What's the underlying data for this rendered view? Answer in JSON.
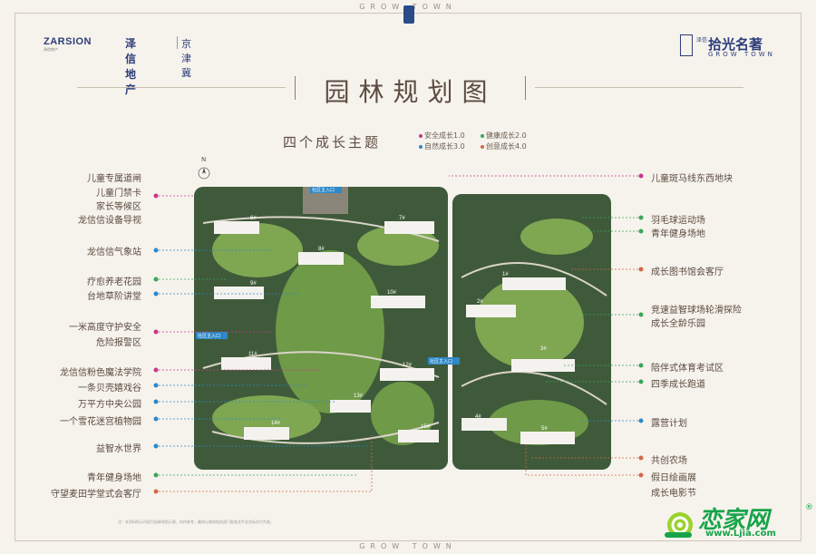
{
  "header": {
    "top_banner": "GROW TOWN",
    "bottom_banner": "GROW TOWN",
    "brand_left_en": "ZARSION",
    "brand_left_en_sub": "泽信地产",
    "brand_left_cn": "泽信地产",
    "brand_left_project": "京津冀",
    "brand_right_small": "泽信",
    "brand_right_cn": "拾光名著",
    "brand_right_en": "GROW TOWN",
    "title": "园林规划图",
    "subtitle": "四个成长主题"
  },
  "legend": [
    {
      "label": "安全成长1.0",
      "color": "#c8388a"
    },
    {
      "label": "健康成长2.0",
      "color": "#3aa65a"
    },
    {
      "label": "自然成长3.0",
      "color": "#2d88c8"
    },
    {
      "label": "创意成长4.0",
      "color": "#d0694a"
    }
  ],
  "map": {
    "north": "N",
    "entrances": [
      "社区主入口",
      "社区主入口",
      "社区主入口"
    ],
    "buildings": [
      "1#",
      "2#",
      "3#",
      "4#",
      "5#",
      "6#",
      "7#",
      "8#",
      "9#",
      "10#",
      "11#",
      "12#",
      "13#",
      "14#",
      "15#"
    ]
  },
  "left_labels": [
    {
      "text": "儿童专属道闸",
      "color": "#c8388a"
    },
    {
      "text": "儿童门禁卡",
      "color": "#c8388a"
    },
    {
      "text": "家长等候区",
      "color": "#c8388a"
    },
    {
      "text": "龙信信设备导视",
      "color": "#c8388a"
    },
    {
      "text": "龙信信气象站",
      "color": "#2d88c8"
    },
    {
      "text": "疗愈养老花园",
      "color": "#3aa65a"
    },
    {
      "text": "台地草阶讲堂",
      "color": "#2d88c8"
    },
    {
      "text": "一米高度守护安全",
      "color": "#c8388a"
    },
    {
      "text": "危险报警区",
      "color": "#c8388a"
    },
    {
      "text": "龙信信粉色魔法学院",
      "color": "#c8388a"
    },
    {
      "text": "一条贝壳嬉戏谷",
      "color": "#2d88c8"
    },
    {
      "text": "万平方中央公园",
      "color": "#2d88c8"
    },
    {
      "text": "一个雪花迷宫植物园",
      "color": "#2d88c8"
    },
    {
      "text": "益智水世界",
      "color": "#2d88c8"
    },
    {
      "text": "青年健身场地",
      "color": "#3aa65a"
    },
    {
      "text": "守望麦田学堂式会客厅",
      "color": "#d0694a"
    }
  ],
  "right_labels": [
    {
      "text": "儿童斑马线东西地块",
      "color": "#c8388a"
    },
    {
      "text": "羽毛球运动场",
      "color": "#3aa65a"
    },
    {
      "text": "青年健身场地",
      "color": "#3aa65a"
    },
    {
      "text": "成长图书馆会客厅",
      "color": "#d0694a"
    },
    {
      "text": "竞速益智球场轮滑探险",
      "color": "#3aa65a"
    },
    {
      "text": "成长全龄乐园",
      "color": "#3aa65a"
    },
    {
      "text": "陪伴式体育考试区",
      "color": "#3aa65a"
    },
    {
      "text": "四季成长跑道",
      "color": "#3aa65a"
    },
    {
      "text": "露营计划",
      "color": "#2d88c8"
    },
    {
      "text": "共创农场",
      "color": "#d0694a"
    },
    {
      "text": "假日绘画展",
      "color": "#d0694a"
    },
    {
      "text": "成长电影节",
      "color": "#d0694a"
    }
  ],
  "footnote": "注：本资料所示内容为园林规划示意，仅供参考，最终以政府相关部门批准文件及实际交付为准。",
  "watermark": {
    "brand": "恋家网",
    "url": "www.Ljia.com"
  }
}
